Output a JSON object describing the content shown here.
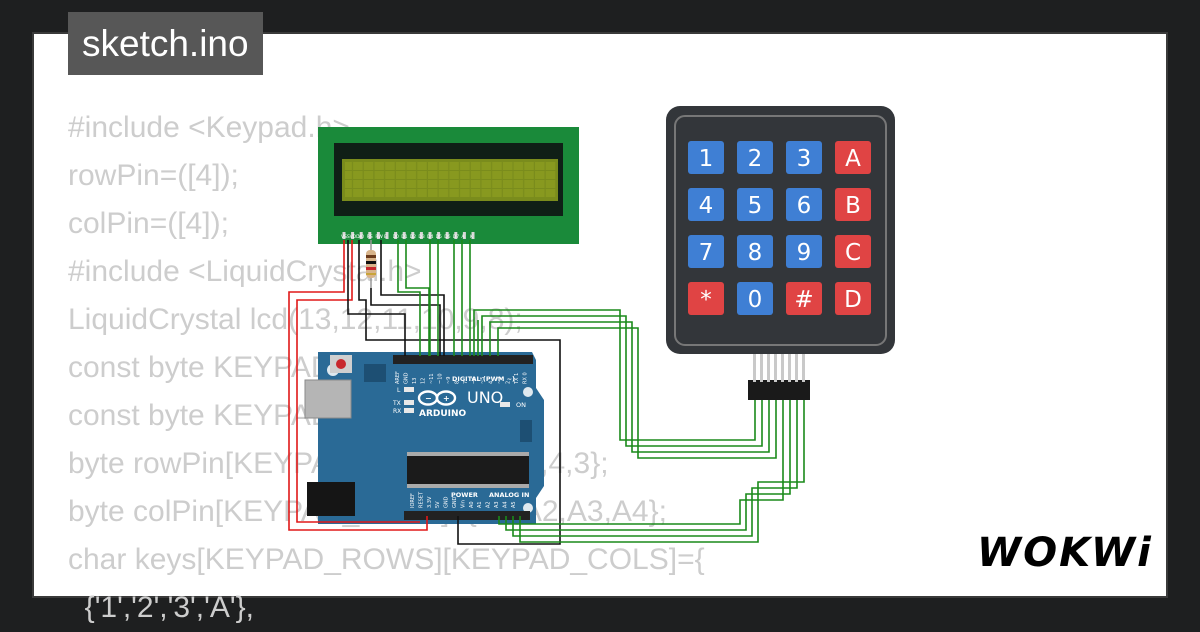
{
  "file_tab": {
    "label": "sketch.ino"
  },
  "code_lines": [
    "#include <Keypad.h>",
    "rowPin=([4]);",
    "colPin=([4]);",
    "#include <LiquidCrystal.h>",
    "LiquidCrystal lcd(13,12,11,10,9,8);",
    "const byte KEYPAD_ROWS=4;",
    "const byte KEYPAD_COLS=4;",
    "byte rowPin[KEYPAD_ROWS]={6,5,4,3};",
    "byte colPin[KEYPAD_COLS]={A1,A2,A3,A4};",
    "char keys[KEYPAD_ROWS][KEYPAD_COLS]={",
    "  {'1','2','3','A'},"
  ],
  "lcd": {
    "pin_labels": [
      "VSS",
      "VDD",
      "V0",
      "RS",
      "RW",
      "E",
      "D0",
      "D1",
      "D2",
      "D3",
      "D4",
      "D5",
      "D6",
      "D7",
      "A",
      "K"
    ]
  },
  "keypad": {
    "keys": [
      [
        "1",
        "2",
        "3",
        "A"
      ],
      [
        "4",
        "5",
        "6",
        "B"
      ],
      [
        "7",
        "8",
        "9",
        "C"
      ],
      [
        "*",
        "0",
        "#",
        "D"
      ]
    ]
  },
  "arduino": {
    "brand_label": "ARDUINO",
    "model_label": "UNO",
    "digital_label": "DIGITAL (PWM ~)",
    "power_label": "POWER",
    "analog_label": "ANALOG IN",
    "on_label": "ON",
    "led_labels": [
      "L",
      "TX",
      "RX"
    ],
    "top_pin_labels": [
      "AREF",
      "GND",
      "13",
      "12",
      "~11",
      "~10",
      "~9",
      "8",
      "7",
      "~6",
      "~5",
      "4",
      "~3",
      "2",
      "TX 1",
      "RX 0"
    ],
    "bottom_pin_labels": [
      "IOREF",
      "RESET",
      "3.3V",
      "5V",
      "GND",
      "GND",
      "Vin",
      "A0",
      "A1",
      "A2",
      "A3",
      "A4",
      "A5"
    ]
  },
  "brand": {
    "name": "WOKWi"
  },
  "colors": {
    "background": "#1e1f20",
    "card": "#ffffff",
    "code_text": "#cdcdcd",
    "tab_bg": "#575757",
    "lcd_board": "#1a8a3a",
    "lcd_screen": "#7a8c1c",
    "keypad_body": "#33363a",
    "key_blue": "#3f7fd4",
    "key_red": "#e04444",
    "arduino_board": "#2a6a96",
    "wire_green": "#1a8a1a",
    "wire_red": "#e01818",
    "wire_black": "#111111"
  }
}
